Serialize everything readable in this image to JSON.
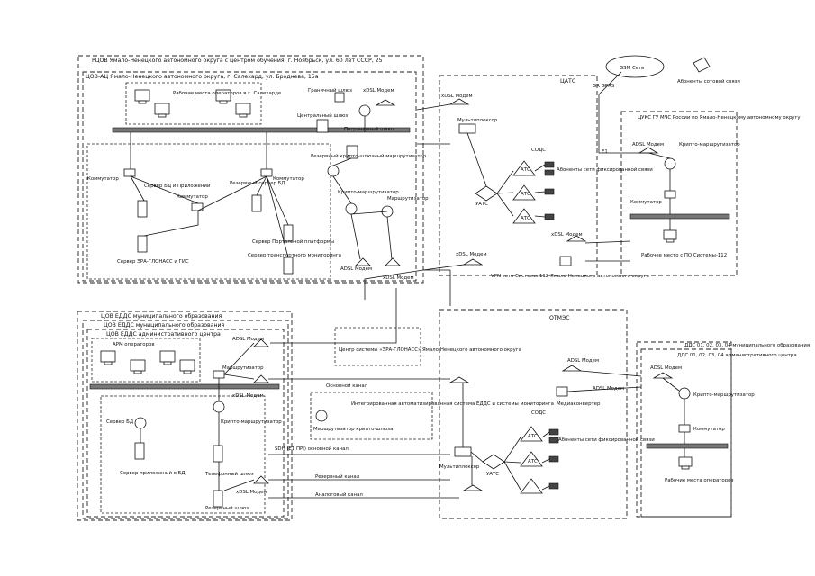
{
  "region": {
    "title": "РЦОВ Ямало-Ненецкого автономного округа с центром обучения, г. Ноябрьск, ул. 60 лет СССР, 25",
    "ccb_title": "ЦОВ-АЦ Ямало-Ненецкого автономного округа, г. Салехард, ул. Броднева, 15а",
    "workplaces": "Рабочие места операторов в г. Салехарде",
    "edge_router": "Граничный шлюз",
    "central_router": "Центральный шлюз",
    "vpn_gateway": "Пограничный шлюз",
    "crypto_router": "Резервный крипто-шлюзный маршрутизатор",
    "crypto_router_short": "Крипто-маршрутизатор",
    "commutator": "Коммутатор",
    "main_switch": "Коммутатор",
    "db_server": "Сервер БД и Приложений",
    "server_terminal": "Резервный сервер БД",
    "portal_server": "Сервер Портальной платформы",
    "monitoring_server": "Сервер транспортного мониторинга",
    "geo_server": "Сервер ЭРА-ГЛОНАСС и ГИС",
    "adsl_modem": "ADSL Модем",
    "shdsl_modem": "xDSL Модем",
    "router": "Маршрутизатор"
  },
  "cloud": {
    "gsm": "GSM Сеть",
    "gsm_sub": "Абоненты сотовой связи",
    "gsm_link": "GR GPRS"
  },
  "ats": {
    "title": "ЦАТС",
    "so_label": "СОДС",
    "uats": "УАТС",
    "router": "Мультиплексор",
    "ats1": "АТС",
    "ats2": "АТС",
    "ats3": "АТС",
    "subscribers": "Абоненты сети фиксированной связи",
    "vpn_caption": "VPN сеть Системы-112 Ямало-Ненецкого автономного округа"
  },
  "mchs": {
    "title": "ЦУКС ГУ МЧС России по Ямало-Ненецкому автономному округу",
    "adsl": "ADSL Модем",
    "crypto": "Крипто-маршрутизатор",
    "switch": "Коммутатор",
    "workplace": "Рабочее место с ПО Системы-112",
    "link": "xDSL Модем",
    "line": "E1"
  },
  "eds": {
    "cdds_title": "ЦОВ ЕДДС муниципального образования",
    "cdds_title2": "ЦОВ ЕДДС муниципального образования",
    "center_title": "ЦОВ ЕДДС административного центра",
    "arm": "АРМ операторов",
    "router": "Маршрутизатор",
    "crypto": "Крипто-маршрутизатор",
    "shdsl": "xDSL Модем",
    "adsl": "ADSL Модем",
    "mediaboard": "Медиаконвертер",
    "server_db": "Сервер БД",
    "server_app": "Сервер приложений в БД",
    "server_tel": "Телефонный шлюз",
    "server_backup": "Резервный шлюз"
  },
  "central": {
    "glonass_box": "Центр системы «ЭРА-ГЛОНАСС» Ямало-Ненецкого автономного округа",
    "integration_box": "Интегрированная автоматизированная система ЕДДС и системы мониторинга",
    "router_box": "Маршрутизатор крипто-шлюза",
    "line1": "Основной канал",
    "line2": "SDH (E1 ПРI) основной канал",
    "line3": "Резервный канал",
    "line4": "Аналоговый канал"
  },
  "otmc": {
    "title": "ОТМЭС",
    "adsl": "ADSL Модем",
    "media": "Медиаконвертер",
    "so": "СОДС",
    "mux": "Мультиплексор",
    "uats": "УАТС",
    "ats1": "АТС",
    "ats2": "АТС",
    "subscribers": "Абоненты сети фиксированной связи"
  },
  "dds": {
    "title1": "ДДС 01, 02, 03, 04 муниципального образования",
    "title2": "ДДС 01, 02, 03, 04 административного центра",
    "adsl": "ADSL Модем",
    "crypto": "Крипто-маршрутизатор",
    "switch": "Коммутатор",
    "workplace": "Рабочие места операторов",
    "link": "ADSL Модем"
  }
}
